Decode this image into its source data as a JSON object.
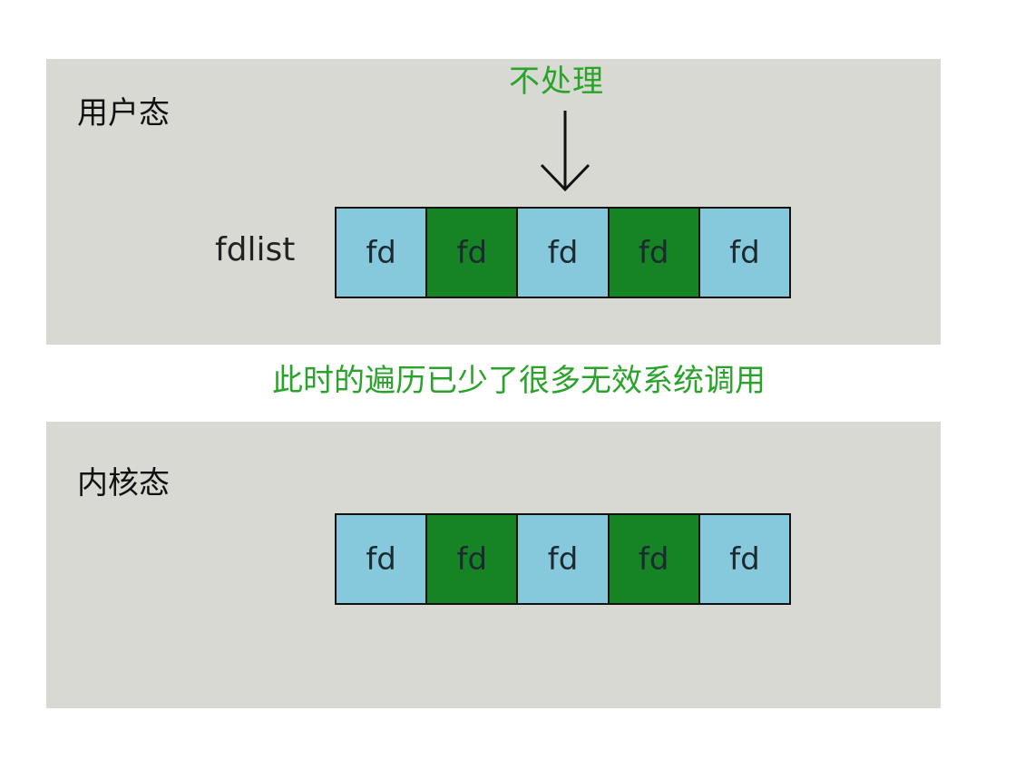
{
  "user_space": {
    "title": "用户态",
    "fdlist_label": "fdlist",
    "skip_label": "不处理",
    "cells": [
      {
        "label": "fd",
        "state": "idle"
      },
      {
        "label": "fd",
        "state": "ready"
      },
      {
        "label": "fd",
        "state": "idle"
      },
      {
        "label": "fd",
        "state": "ready"
      },
      {
        "label": "fd",
        "state": "idle"
      }
    ]
  },
  "caption": "此时的遍历已少了很多无效系统调用",
  "kernel_space": {
    "title": "内核态",
    "cells": [
      {
        "label": "fd",
        "state": "idle"
      },
      {
        "label": "fd",
        "state": "ready"
      },
      {
        "label": "fd",
        "state": "idle"
      },
      {
        "label": "fd",
        "state": "ready"
      },
      {
        "label": "fd",
        "state": "idle"
      }
    ]
  },
  "colors": {
    "idle": "#86c8dc",
    "ready": "#168425",
    "annotation": "#2aa32a"
  }
}
